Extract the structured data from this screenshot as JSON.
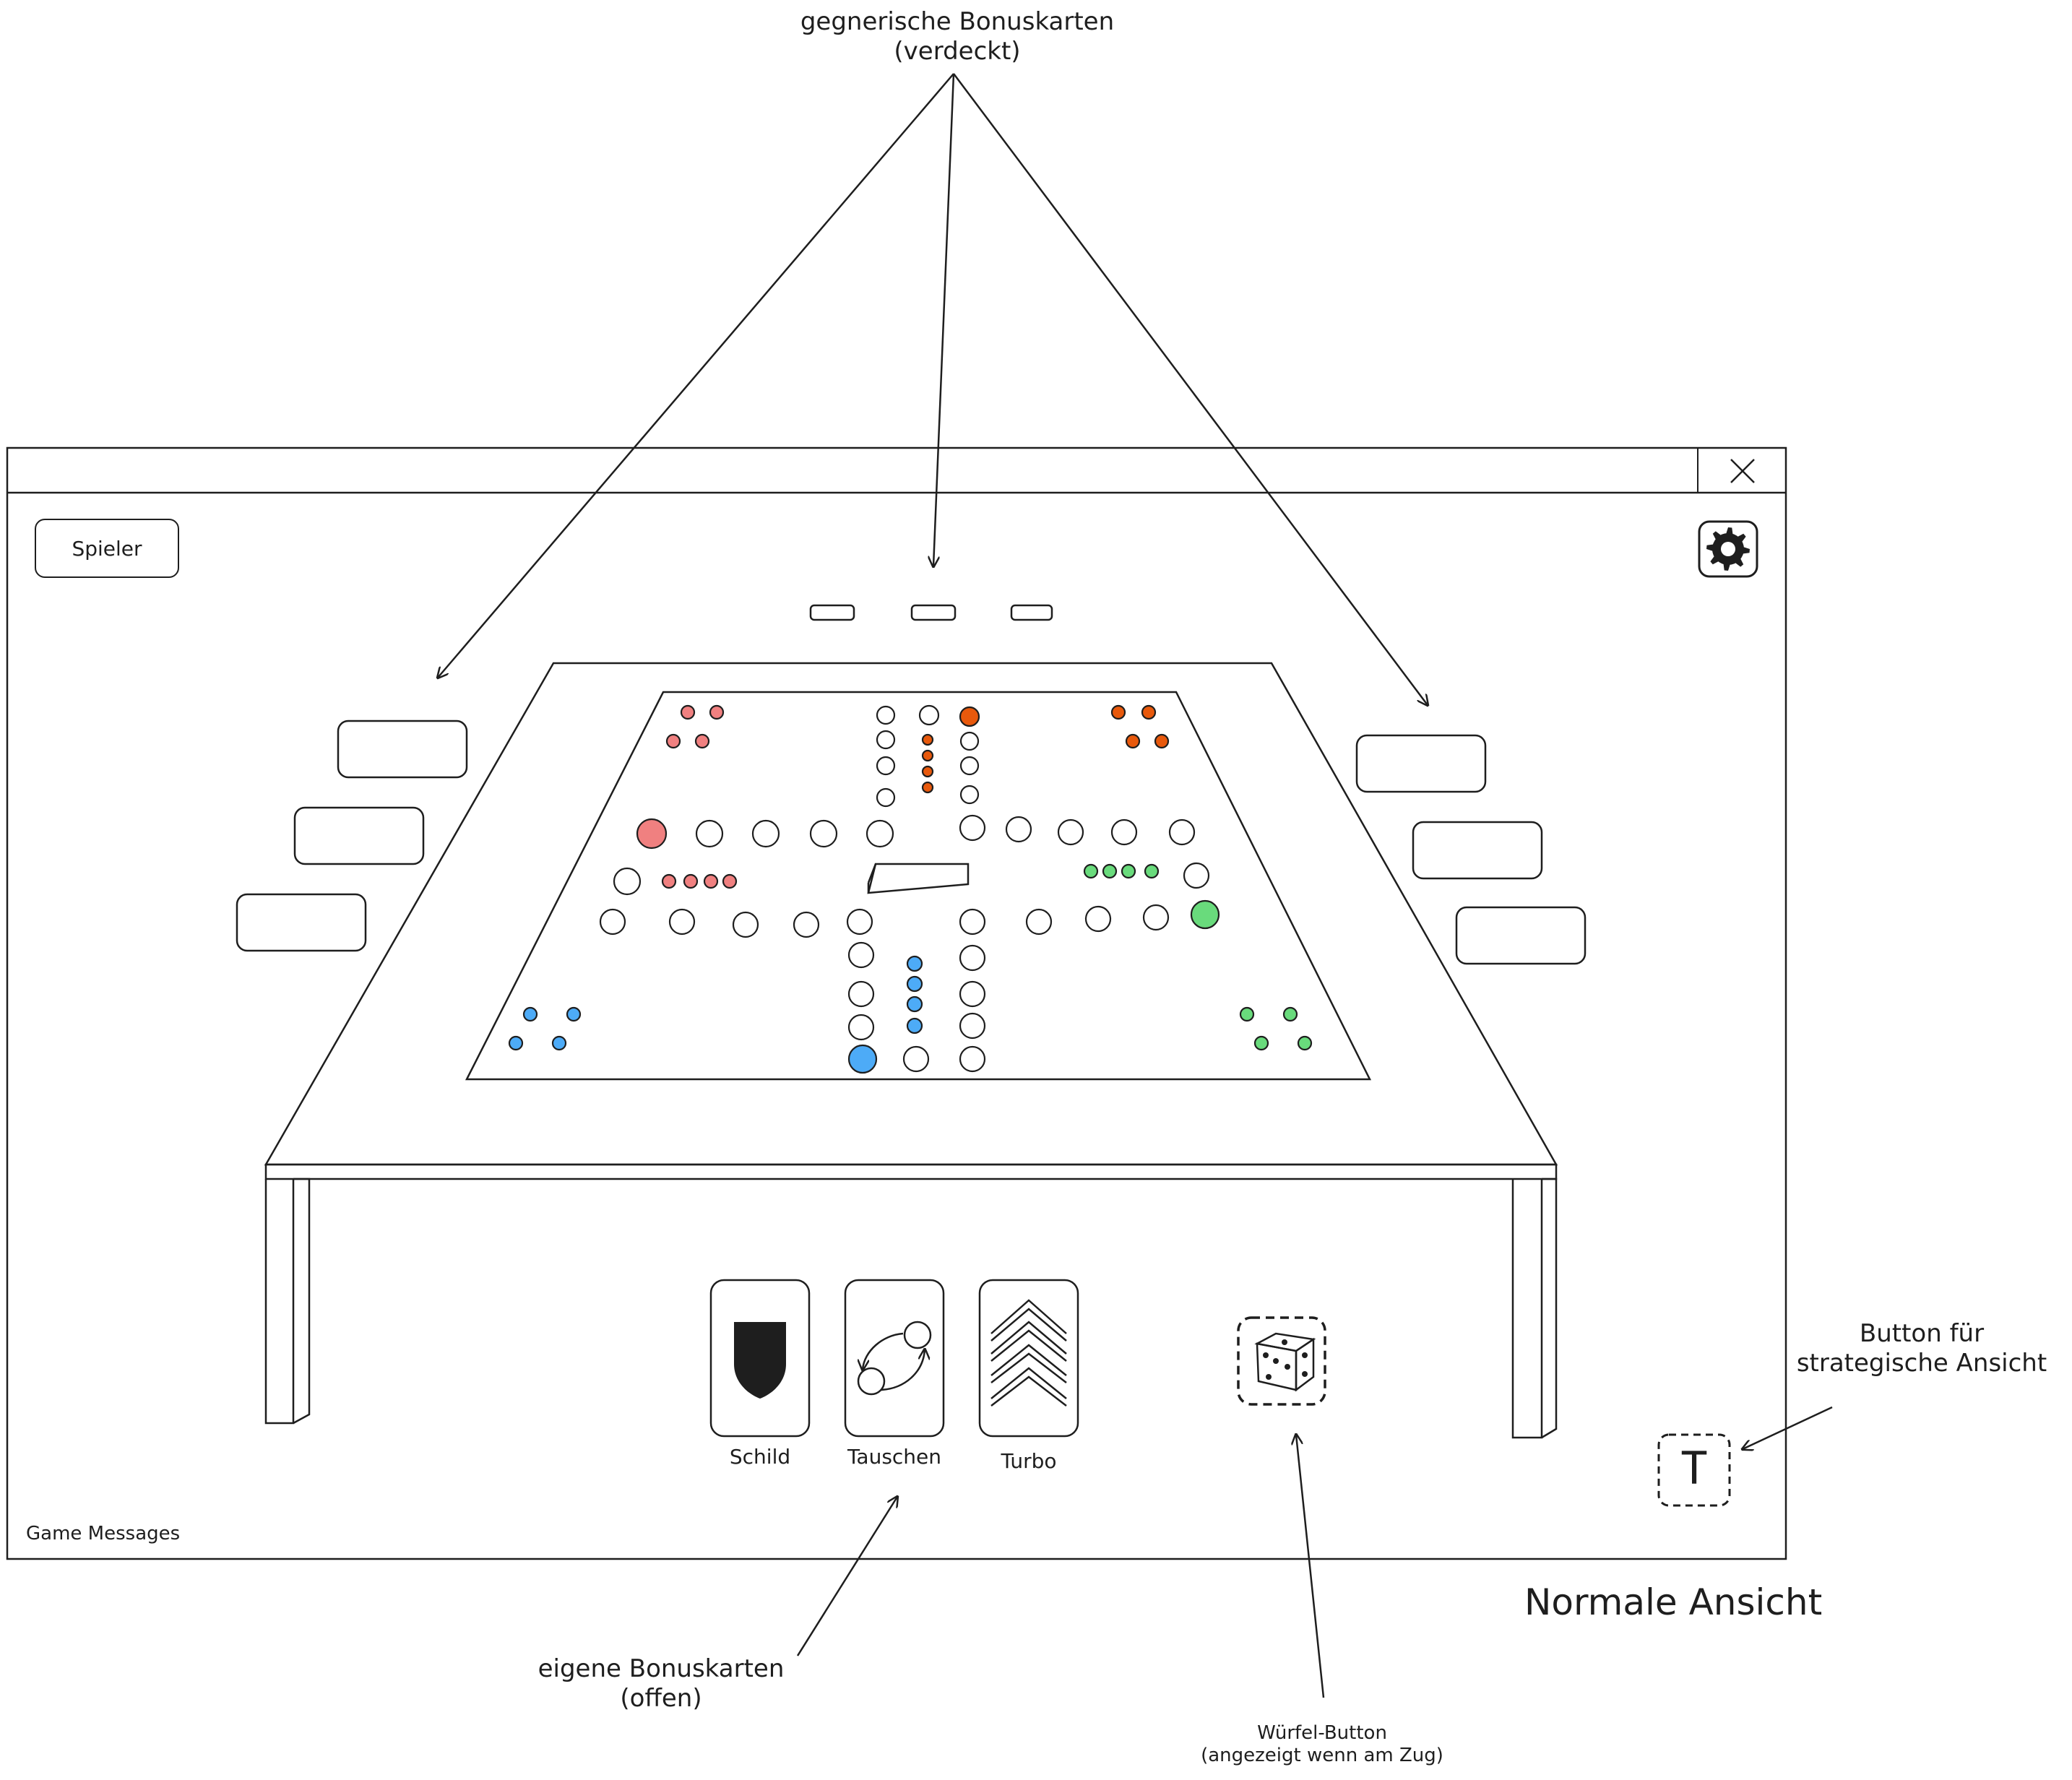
{
  "annotations": {
    "opponent_cards_line1": "gegnerische Bonuskarten",
    "opponent_cards_line2": "(verdeckt)",
    "own_cards_line1": "eigene Bonuskarten",
    "own_cards_line2": "(offen)",
    "dice_line1": "Würfel-Button",
    "dice_line2": "(angezeigt wenn am Zug)",
    "strategic_line1": "Button für",
    "strategic_line2": "strategische Ansicht",
    "view_title": "Normale Ansicht"
  },
  "window": {
    "close_icon": "close-icon"
  },
  "header": {
    "player_button": "Spieler",
    "settings_icon": "gear-icon"
  },
  "cards": {
    "shield_label": "Schild",
    "swap_label": "Tauschen",
    "turbo_label": "Turbo"
  },
  "footer": {
    "messages": "Game Messages"
  },
  "strategic_button": {
    "glyph": "T"
  },
  "colors": {
    "red": "#f08080",
    "orange": "#e8590c",
    "green": "#69db7c",
    "blue": "#4dabf7",
    "ink": "#1e1e1e"
  }
}
